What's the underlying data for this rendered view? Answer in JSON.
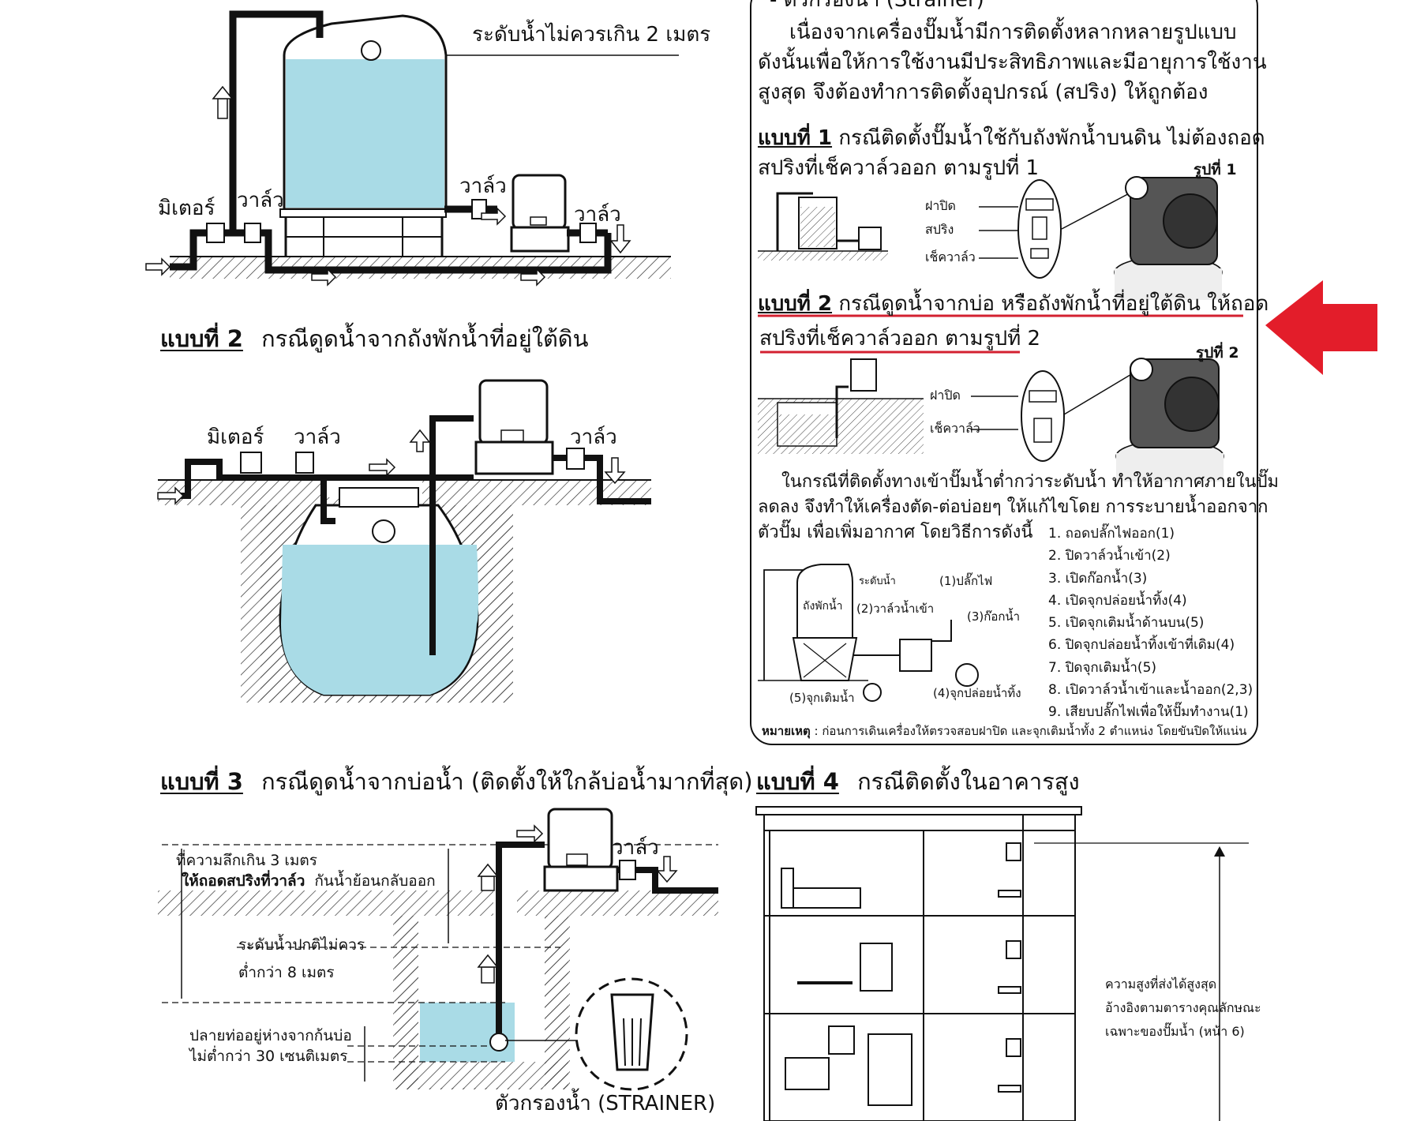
{
  "top_left": {
    "level_label": "ระดับน้ำไม่ควรเกิน 2 เมตร",
    "meter_label": "มิเตอร์",
    "valve_labels": [
      "วาล์ว",
      "วาล์ว",
      "วาล์ว"
    ]
  },
  "right_panel": {
    "header_fragment": "- ตัวกรองน้ำ (Strainer)",
    "intro": [
      "เนื่องจากเครื่องปั๊มน้ำมีการติดตั้งหลากหลายรูปแบบ",
      "ดังนั้นเพื่อให้การใช้งานมีประสิทธิภาพและมีอายุการใช้งาน",
      "สูงสุด จึงต้องทำการติดตั้งอุปกรณ์ (สปริง) ให้ถูกต้อง"
    ],
    "case1": {
      "title": "แบบที่ 1",
      "line1": "กรณีติดตั้งปั๊มน้ำใช้กับถังพักน้ำบนดิน ไม่ต้องถอด",
      "line2": "สปริงที่เช็ควาล์วออก ตามรูปที่ 1",
      "figure_label": "รูปที่ 1",
      "parts": [
        "ฝาปิด",
        "สปริง",
        "เช็ควาล์ว"
      ]
    },
    "case2": {
      "title": "แบบที่ 2",
      "line1": "กรณีดูดน้ำจากบ่อ หรือถังพักน้ำที่อยู่ใต้ดิน ให้ถอด",
      "line2": "สปริงที่เช็ควาล์วออก ตามรูปที่ 2",
      "figure_label": "รูปที่ 2",
      "parts": [
        "ฝาปิด",
        "เช็ควาล์ว"
      ]
    },
    "priming": {
      "para": [
        "ในกรณีที่ติดตั้งทางเข้าปั๊มน้ำต่ำกว่าระดับน้ำ ทำให้อากาศภายในปั๊ม",
        "ลดลง จึงทำให้เครื่องตัด-ต่อบ่อยๆ ให้แก้ไขโดย การระบายน้ำออกจาก",
        "ตัวปั๊ม เพื่อเพิ่มอากาศ โดยวิธีการดังนี้"
      ],
      "steps": [
        "1. ถอดปลั๊กไฟออก(1)",
        "2. ปิดวาล์วน้ำเข้า(2)",
        "3. เปิดก๊อกน้ำ(3)",
        "4. เปิดจุกปล่อยน้ำทิ้ง(4)",
        "5. เปิดจุกเติมน้ำด้านบน(5)",
        "6. ปิดจุกปล่อยน้ำทิ้งเข้าที่เดิม(4)",
        "7. ปิดจุกเติมน้ำ(5)",
        "8. เปิดวาล์วน้ำเข้าและน้ำออก(2,3)",
        "9. เสียบปลั๊กไฟเพื่อให้ปั๊มทำงาน(1)"
      ],
      "diagram_labels": {
        "level": "ระดับน้ำ",
        "tank": "ถังพักน้ำ",
        "plug": "(1)ปลั๊กไฟ",
        "inlet_valve": "(2)วาล์วน้ำเข้า",
        "faucet": "(3)ก๊อกน้ำ",
        "drain_plug": "(4)จุกปล่อยน้ำทิ้ง",
        "fill_plug": "(5)จุกเติมน้ำ"
      },
      "note_label": "หมายเหตุ",
      "note_text": ": ก่อนการเดินเครื่องให้ตรวจสอบฝาปิด และจุกเติมน้ำทั้ง 2 ตำแหน่ง โดยขันปิดให้แน่น"
    }
  },
  "case2_left": {
    "title": "แบบที่ 2",
    "desc": "กรณีดูดน้ำจากถังพักน้ำที่อยู่ใต้ดิน",
    "meter_label": "มิเตอร์",
    "valve_labels": [
      "วาล์ว",
      "วาล์ว"
    ]
  },
  "case3": {
    "title": "แบบที่ 3",
    "desc": "กรณีดูดน้ำจากบ่อน้ำ (ติดตั้งให้ใกล้บ่อน้ำมากที่สุด)",
    "depth_note": "ที่ความลึกเกิน 3 เมตร",
    "remove_spring": "ให้ถอดสปริงที่วาล์ว",
    "backflow": "กันน้ำย้อนกลับออก",
    "water_level_1": "ระดับน้ำปกติไม่ควร",
    "water_level_2": "ต่ำกว่า 8 เมตร",
    "pipe_end_1": "ปลายท่ออยู่ห่างจากก้นบ่อ",
    "pipe_end_2": "ไม่ต่ำกว่า 30 เซนติเมตร",
    "valve_label": "วาล์ว",
    "strainer_label": "ตัวกรองน้ำ (STRAINER)"
  },
  "case4": {
    "title": "แบบที่ 4",
    "desc": "กรณีติดตั้งในอาคารสูง",
    "height_note": [
      "ความสูงที่ส่งได้สูงสุด",
      "อ้างอิงตามตารางคุณลักษณะ",
      "เฉพาะของปั๊มน้ำ (หน้า 6)"
    ]
  },
  "colors": {
    "water": "#a9dbe6",
    "highlight_red": "#d32030",
    "line": "#111111"
  },
  "icons": [
    "red-arrow-left-icon",
    "up-arrow-icon",
    "right-arrow-icon",
    "down-arrow-icon"
  ]
}
